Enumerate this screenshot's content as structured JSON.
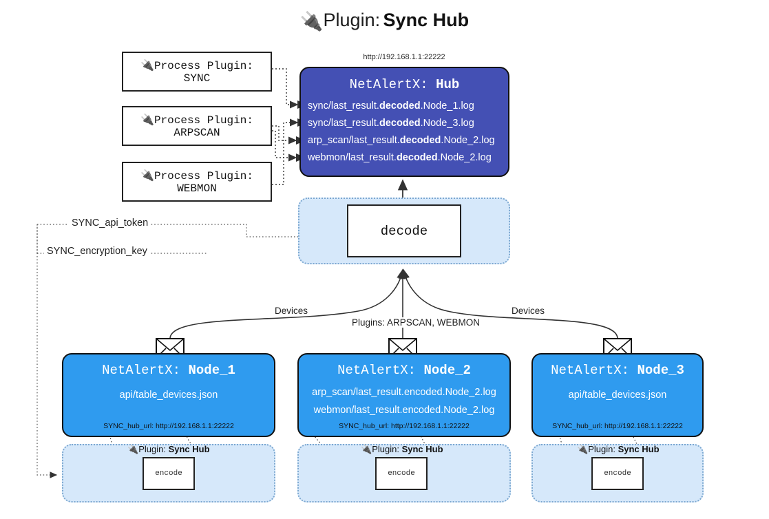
{
  "header": {
    "plug_icon": "plug-icon",
    "prefix": "Plugin:",
    "name": "Sync Hub"
  },
  "hub": {
    "url": "http://192.168.1.1:22222",
    "label_prefix": "NetAlertX:",
    "label_name": "Hub",
    "lines": [
      {
        "pre": "sync/last_result.",
        "mid": "decoded",
        "post": ".Node_1.log"
      },
      {
        "pre": "sync/last_result.",
        "mid": "decoded",
        "post": ".Node_3.log"
      },
      {
        "pre": "arp_scan/last_result.",
        "mid": "decoded",
        "post": ".Node_2.log"
      },
      {
        "pre": "webmon/last_result.",
        "mid": "decoded",
        "post": ".Node_2.log"
      }
    ]
  },
  "process_plugins": [
    {
      "line1": "Process Plugin:",
      "line2": "SYNC",
      "icon": "plug-icon"
    },
    {
      "line1": "Process Plugin:",
      "line2": "ARPSCAN",
      "icon": "plug-icon"
    },
    {
      "line1": "Process Plugin:",
      "line2": "WEBMON",
      "icon": "plug-icon"
    }
  ],
  "decode": {
    "label": "decode"
  },
  "settings": {
    "api_token": "SYNC_api_token",
    "encryption_key": "SYNC_encryption_key"
  },
  "edges": {
    "devices_left": "Devices",
    "devices_right": "Devices",
    "plugins_center": "Plugins: ARPSCAN, WEBMON"
  },
  "nodes": [
    {
      "title_prefix": "NetAlertX:",
      "title_name": "Node_1",
      "lines": [
        "api/table_devices.json"
      ],
      "hub_url_label": "SYNC_hub_url: http://192.168.1.1:22222",
      "envelope": "envelope-icon"
    },
    {
      "title_prefix": "NetAlertX:",
      "title_name": "Node_2",
      "lines": [
        "arp_scan/last_result.encoded.Node_2.log",
        "webmon/last_result.encoded.Node_2.log"
      ],
      "hub_url_label": "SYNC_hub_url: http://192.168.1.1:22222",
      "envelope": "envelope-icon"
    },
    {
      "title_prefix": "NetAlertX:",
      "title_name": "Node_3",
      "lines": [
        "api/table_devices.json"
      ],
      "hub_url_label": "SYNC_hub_url: http://192.168.1.1:22222",
      "envelope": "envelope-icon"
    }
  ],
  "encoders": [
    {
      "plugin_prefix": "Plugin:",
      "plugin_name": "Sync Hub",
      "box_label": "encode",
      "icon": "plug-icon"
    },
    {
      "plugin_prefix": "Plugin:",
      "plugin_name": "Sync Hub",
      "box_label": "encode",
      "icon": "plug-icon"
    },
    {
      "plugin_prefix": "Plugin:",
      "plugin_name": "Sync Hub",
      "box_label": "encode",
      "icon": "plug-icon"
    }
  ],
  "colors": {
    "hub": "#4450b4",
    "node": "#2f9bef",
    "container": "#d6e8fa",
    "container_border": "#7ba7d0",
    "stroke": "#333333"
  }
}
